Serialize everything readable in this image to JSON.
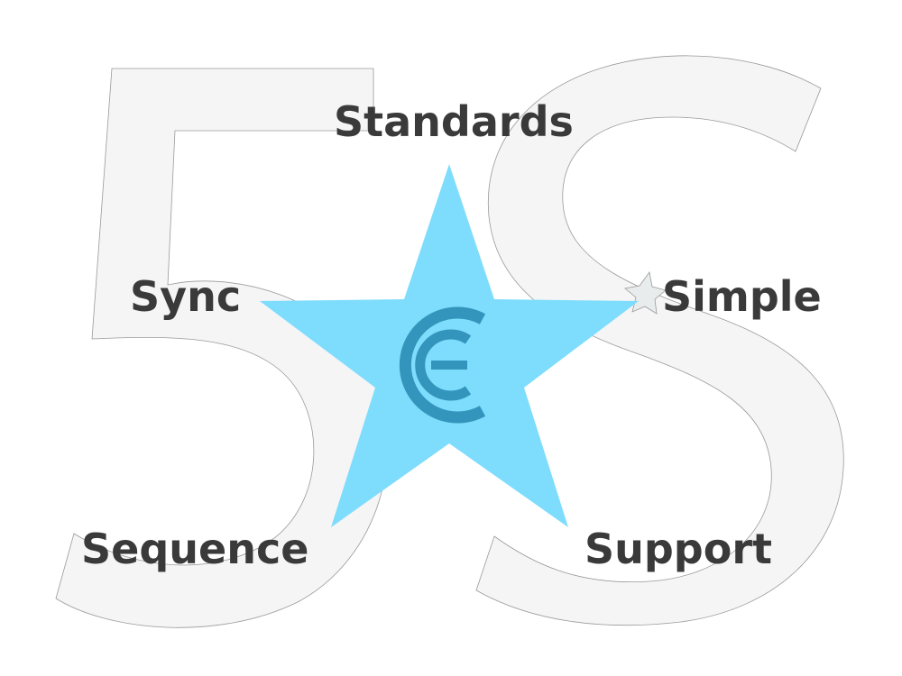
{
  "backdrop": {
    "glyph_five": "5",
    "glyph_s": "S",
    "fill_color": "#f4f5f4",
    "stroke_color": "#9a9a9a"
  },
  "star": {
    "fill_color": "#7edcfd",
    "small_star_fill": "#e9ecec"
  },
  "logo": {
    "icon": "ce-ring-logo-icon",
    "color": "#3395bb"
  },
  "labels": {
    "top": "Standards",
    "left": "Sync",
    "right": "Simple",
    "bottom_left": "Sequence",
    "bottom_right": "Support"
  }
}
